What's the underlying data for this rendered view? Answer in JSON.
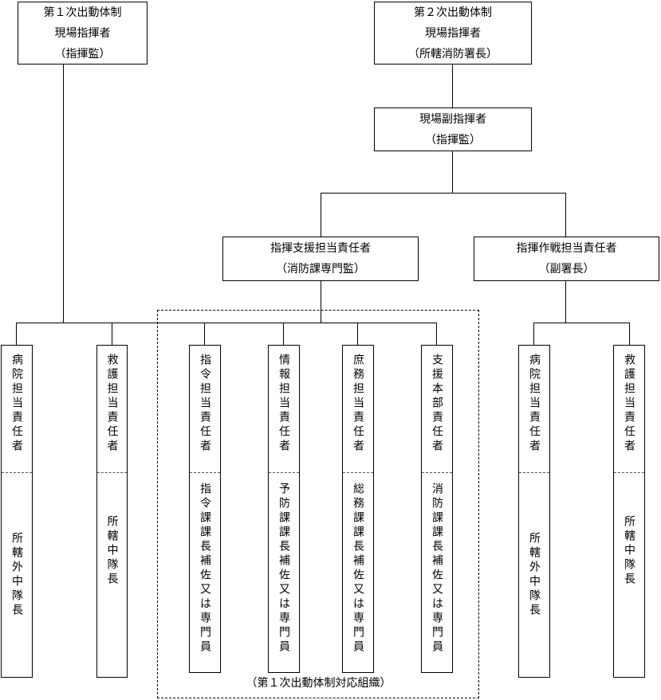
{
  "first_commander": {
    "line1": "第１次出動体制",
    "line2": "現場指揮者",
    "line3": "（指揮監）"
  },
  "second_commander": {
    "line1": "第２次出動体制",
    "line2": "現場指揮者",
    "line3": "（所轄消防署長）"
  },
  "deputy_commander": {
    "line1": "現場副指揮者",
    "line2": "（指揮監）"
  },
  "support_lead": {
    "line1": "指揮支援担当責任者",
    "line2": "（消防課専門監）"
  },
  "operations_lead": {
    "line1": "指揮作戦担当責任者",
    "line2": "（副署長）"
  },
  "roles": [
    {
      "title": "病院担当責任者",
      "holder": "所轄外中隊長"
    },
    {
      "title": "救護担当責任者",
      "holder": "所轄中隊長"
    },
    {
      "title": "指令担当責任者",
      "holder": "指令課課長補佐又は専門員"
    },
    {
      "title": "情報担当責任者",
      "holder": "予防課課長補佐又は専門員"
    },
    {
      "title": "庶務担当責任者",
      "holder": "総務課課長補佐又は専門員"
    },
    {
      "title": "支援本部責任者",
      "holder": "消防課課長補佐又は専門員"
    },
    {
      "title": "病院担当責任者",
      "holder": "所轄外中隊長"
    },
    {
      "title": "救護担当責任者",
      "holder": "所轄中隊長"
    }
  ],
  "group_label": "（第１次出動体制対応組織）"
}
